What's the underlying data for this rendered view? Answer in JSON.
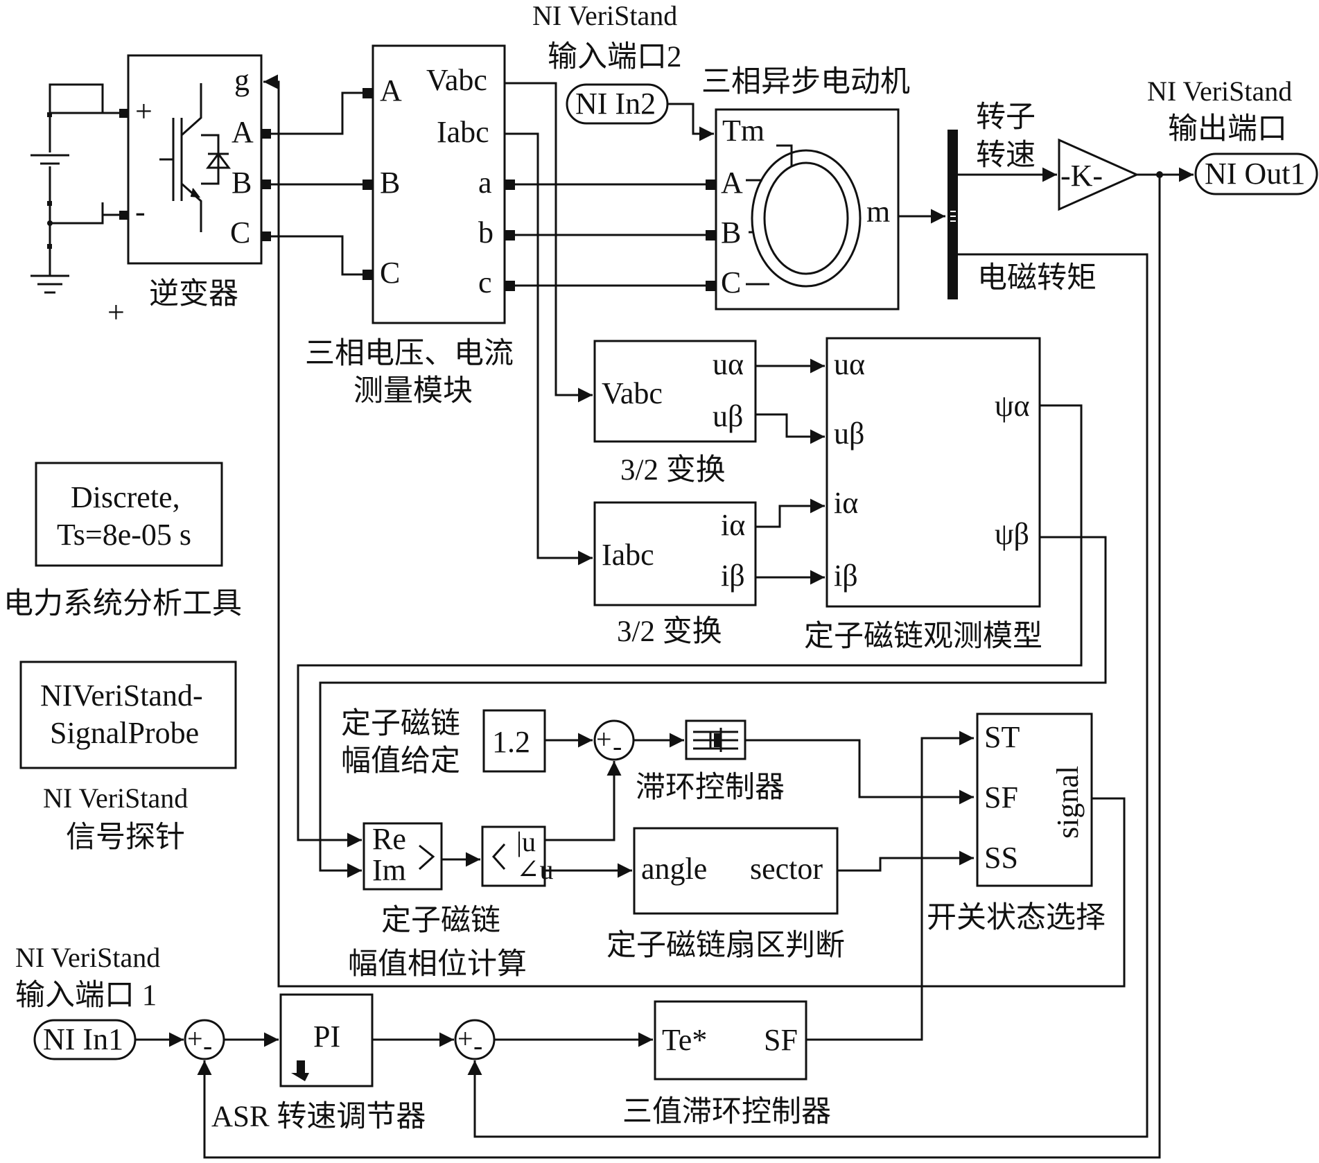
{
  "colors": {
    "line": "#111111",
    "background": "#ffffff"
  },
  "top": {
    "ni_in2_title_1": "NI VeriStand",
    "ni_in2_title_2": "输入端口2",
    "ni_in2": "NI In2",
    "motor_title": "三相异步电动机",
    "ni_out_title_1": "NI VeriStand",
    "ni_out_title_2": "输出端口",
    "ni_out1": "NI Out1",
    "rotor_speed_1": "转子",
    "rotor_speed_2": "转速",
    "em_torque": "电磁转矩",
    "gain": "-K-"
  },
  "inverter": {
    "label": "逆变器",
    "port_g": "g",
    "port_a": "A",
    "port_b": "B",
    "port_c": "C",
    "plus": "+",
    "minus": "-"
  },
  "meas": {
    "label_1": "三相电压、电流",
    "label_2": "测量模块",
    "in_a": "A",
    "in_b": "B",
    "in_c": "C",
    "vabc": "Vabc",
    "iabc": "Iabc",
    "out_a": "a",
    "out_b": "b",
    "out_c": "c"
  },
  "motor": {
    "tm": "Tm",
    "a": "A",
    "b": "B",
    "c": "C",
    "m": "m"
  },
  "t32_v": {
    "in": "Vabc",
    "ua": "uα",
    "ub": "uβ",
    "label": "3/2 变换"
  },
  "t32_i": {
    "in": "Iabc",
    "ia": "iα",
    "ib": "iβ",
    "label": "3/2 变换"
  },
  "flux_obs": {
    "ua": "uα",
    "ub": "uβ",
    "ia": "iα",
    "ib": "iβ",
    "psia": "ψα",
    "psib": "ψβ",
    "label": "定子磁链观测模型"
  },
  "powergui": {
    "line1": "Discrete,",
    "line2": "Ts=8e-05 s",
    "label": "电力系统分析工具"
  },
  "probe": {
    "line1": "NIVeriStand-",
    "line2": "SignalProbe",
    "label_1": "NI VeriStand",
    "label_2": "信号探针"
  },
  "flux_ref": {
    "label_1": "定子磁链",
    "label_2": "幅值给定",
    "value": "1.2"
  },
  "hyst": {
    "label": "滞环控制器"
  },
  "reim": {
    "re": "Re",
    "im": "Im",
    "label_1": "定子磁链",
    "label_2": "幅值相位计算",
    "polar_u1": "|u",
    "polar_u2": "∠u"
  },
  "sector": {
    "angle": "angle",
    "sector": "sector",
    "label": "定子磁链扇区判断"
  },
  "switch": {
    "st": "ST",
    "sf": "SF",
    "ss": "SS",
    "signal": "signal",
    "label": "开关状态选择"
  },
  "ni_in1": {
    "title_1": "NI VeriStand",
    "title_2": "输入端口 1",
    "name": "NI In1"
  },
  "pi": {
    "name": "PI",
    "label": "ASR 转速调节器"
  },
  "tri_hyst": {
    "te": "Te*",
    "sf": "SF",
    "label": "三值滞环控制器"
  },
  "sum": {
    "plus": "+",
    "minus": "-"
  },
  "stray_plus": "+"
}
